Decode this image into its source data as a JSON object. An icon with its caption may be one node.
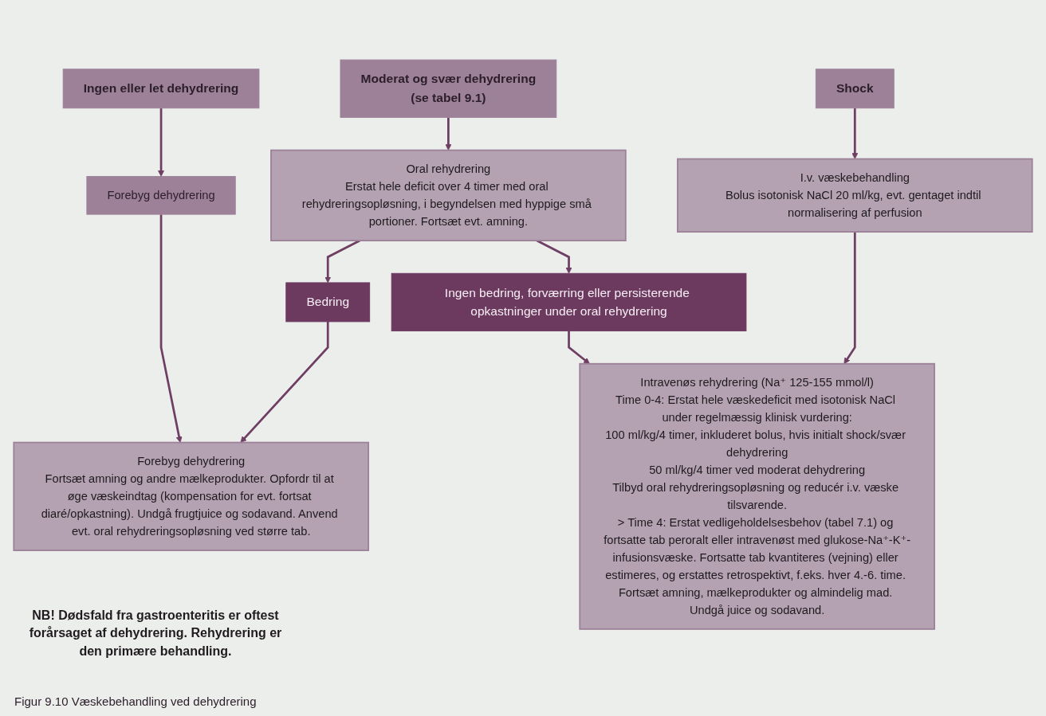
{
  "diagram": {
    "caption": "Figur 9.10 Væskebehandling ved dehydrering",
    "nodes": [
      {
        "text": [
          "Ingen eller let dehydrering"
        ]
      },
      {
        "text": [
          "Moderat og svær dehydrering",
          "(se tabel 9.1)"
        ]
      },
      {
        "text": [
          "Shock"
        ]
      },
      {
        "text": [
          "Forebyg dehydrering"
        ]
      },
      {
        "text": [
          "Oral rehydrering",
          "Erstat hele deficit over 4 timer med oral rehydreringsopløsning, i begyndelsen med hyppige små portioner. Fortsæt evt. amning."
        ]
      },
      {
        "text": [
          "I.v. væskebehandling",
          "Bolus isotonisk NaCl 20 ml/kg, evt. gentaget indtil normalisering af perfusion"
        ]
      },
      {
        "text": [
          "Bedring"
        ]
      },
      {
        "text": [
          "Ingen bedring, forværring eller persisterende opkastninger under oral rehydrering"
        ]
      },
      {
        "text": [
          "Forebyg dehydrering",
          "Fortsæt amning og andre mælkeprodukter. Opfordr til at øge væskeindtag (kompensation for evt. fortsat diaré/opkastning). Undgå frugtjuice og sodavand. Anvend evt. oral rehydreringsopløsning ved større tab."
        ]
      },
      {
        "text": [
          "Intravenøs rehydrering (Na⁺ 125-155 mmol/l)",
          "Time 0-4: Erstat hele væskedeficit med isotonisk NaCl under regelmæssig klinisk vurdering:",
          "100 ml/kg/4 timer, inkluderet bolus, hvis initialt shock/svær dehydrering",
          "50 ml/kg/4 timer ved moderat dehydrering",
          "Tilbyd oral rehydreringsopløsning og reducér i.v. væske tilsvarende.",
          "> Time 4: Erstat vedligeholdelsesbehov (tabel 7.1) og fortsatte tab peroralt eller intravenøst med glukose-Na⁺-K⁺-infusionsvæske. Fortsatte tab kvantiteres (vejning) eller estimeres, og erstattes retrospektivt, f.eks. hver 4.-6. time. Fortsæt amning, mælkeprodukter og almindelig mad. Undgå juice og sodavand."
        ]
      }
    ],
    "edges": [
      {
        "from": 0,
        "to": 3,
        "arrow": "to"
      },
      {
        "from": 1,
        "to": 4,
        "arrow": "to"
      },
      {
        "from": 2,
        "to": 5,
        "arrow": "to"
      },
      {
        "from": 3,
        "to": 8,
        "arrow": "to"
      },
      {
        "from": 4,
        "to": 6,
        "arrow": "to"
      },
      {
        "from": 4,
        "to": 7,
        "arrow": "to"
      },
      {
        "from": 5,
        "to": 9,
        "arrow": "to"
      },
      {
        "from": 6,
        "to": 8,
        "arrow": "to"
      },
      {
        "from": 7,
        "to": 9,
        "arrow": "to"
      }
    ],
    "labels": [
      "NB! Dødsfald fra gastroenteritis er oftest forårsaget af dehydrering. Rehydrering er den primære behandling."
    ]
  }
}
